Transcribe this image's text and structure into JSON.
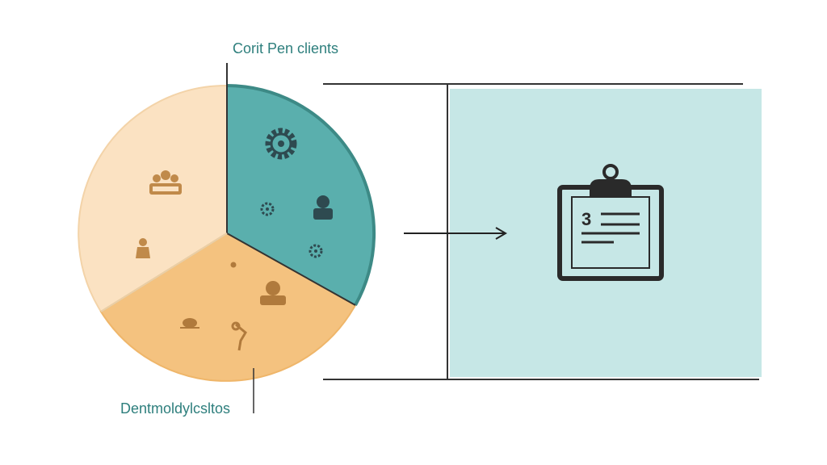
{
  "labels": {
    "top": "Corit Pen clients",
    "bottom": "Dentmoldylcsltos"
  },
  "clipboard": {
    "number": "3"
  },
  "colors": {
    "peach": "#fbe2c2",
    "orange": "#f4c27f",
    "teal": "#5aafad",
    "teal_dark": "#3d8a86",
    "panel": "#c6e7e6",
    "text_teal": "#2e7f7d",
    "icon_brown": "#b07a3c",
    "icon_dark": "#2e4a50",
    "line": "#333333"
  },
  "icons": [
    "gear-icon",
    "people-icon",
    "person-icon",
    "clipboard-icon"
  ]
}
